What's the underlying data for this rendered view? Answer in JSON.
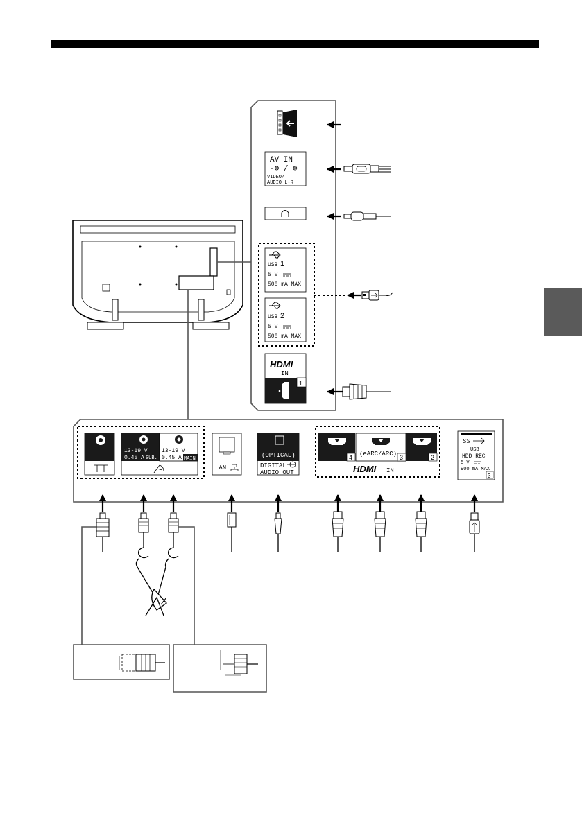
{
  "side_panel": {
    "av_in": {
      "title": "AV IN",
      "sub1": "VIDEO/",
      "sub2": "AUDIO L-R"
    },
    "usb1": {
      "label": "USB",
      "num": "1",
      "voltage": "5 V",
      "current": "500 mA MAX"
    },
    "usb2": {
      "label": "USB",
      "num": "2",
      "voltage": "5 V",
      "current": "500 mA MAX"
    },
    "hdmi1": {
      "logo": "HDMI",
      "in": "IN",
      "num": "1"
    }
  },
  "bottom_panel": {
    "sat_sub": {
      "volt": "13-19 V",
      "amp": "0.45 A",
      "tag": "SUB."
    },
    "sat_main": {
      "volt": "13-19 V",
      "amp": "0.45 A",
      "tag": "MAIN"
    },
    "lan": {
      "label": "LAN"
    },
    "optical": {
      "label": "(OPTICAL)",
      "line1": "DIGITAL",
      "line2": "AUDIO OUT"
    },
    "hdmi": {
      "port4": "4",
      "earc": "(eARC/ARC)",
      "port3": "3",
      "port2": "2",
      "logo": "HDMI",
      "in": "IN"
    },
    "usb3": {
      "ss": "SS",
      "label1": "USB",
      "label2": "HDD REC",
      "voltage": "5 V",
      "current": "900 mA MAX",
      "num": "3"
    }
  },
  "icons": [
    "headphone-icon",
    "usb-icon",
    "lan-icon",
    "satellite-dish-icon",
    "antenna-icon",
    "optical-out-icon"
  ],
  "colors": {
    "ink": "#000000",
    "panel_line": "#555555",
    "tab": "#5a5a5a",
    "port_fill": "#1a1a1a"
  }
}
